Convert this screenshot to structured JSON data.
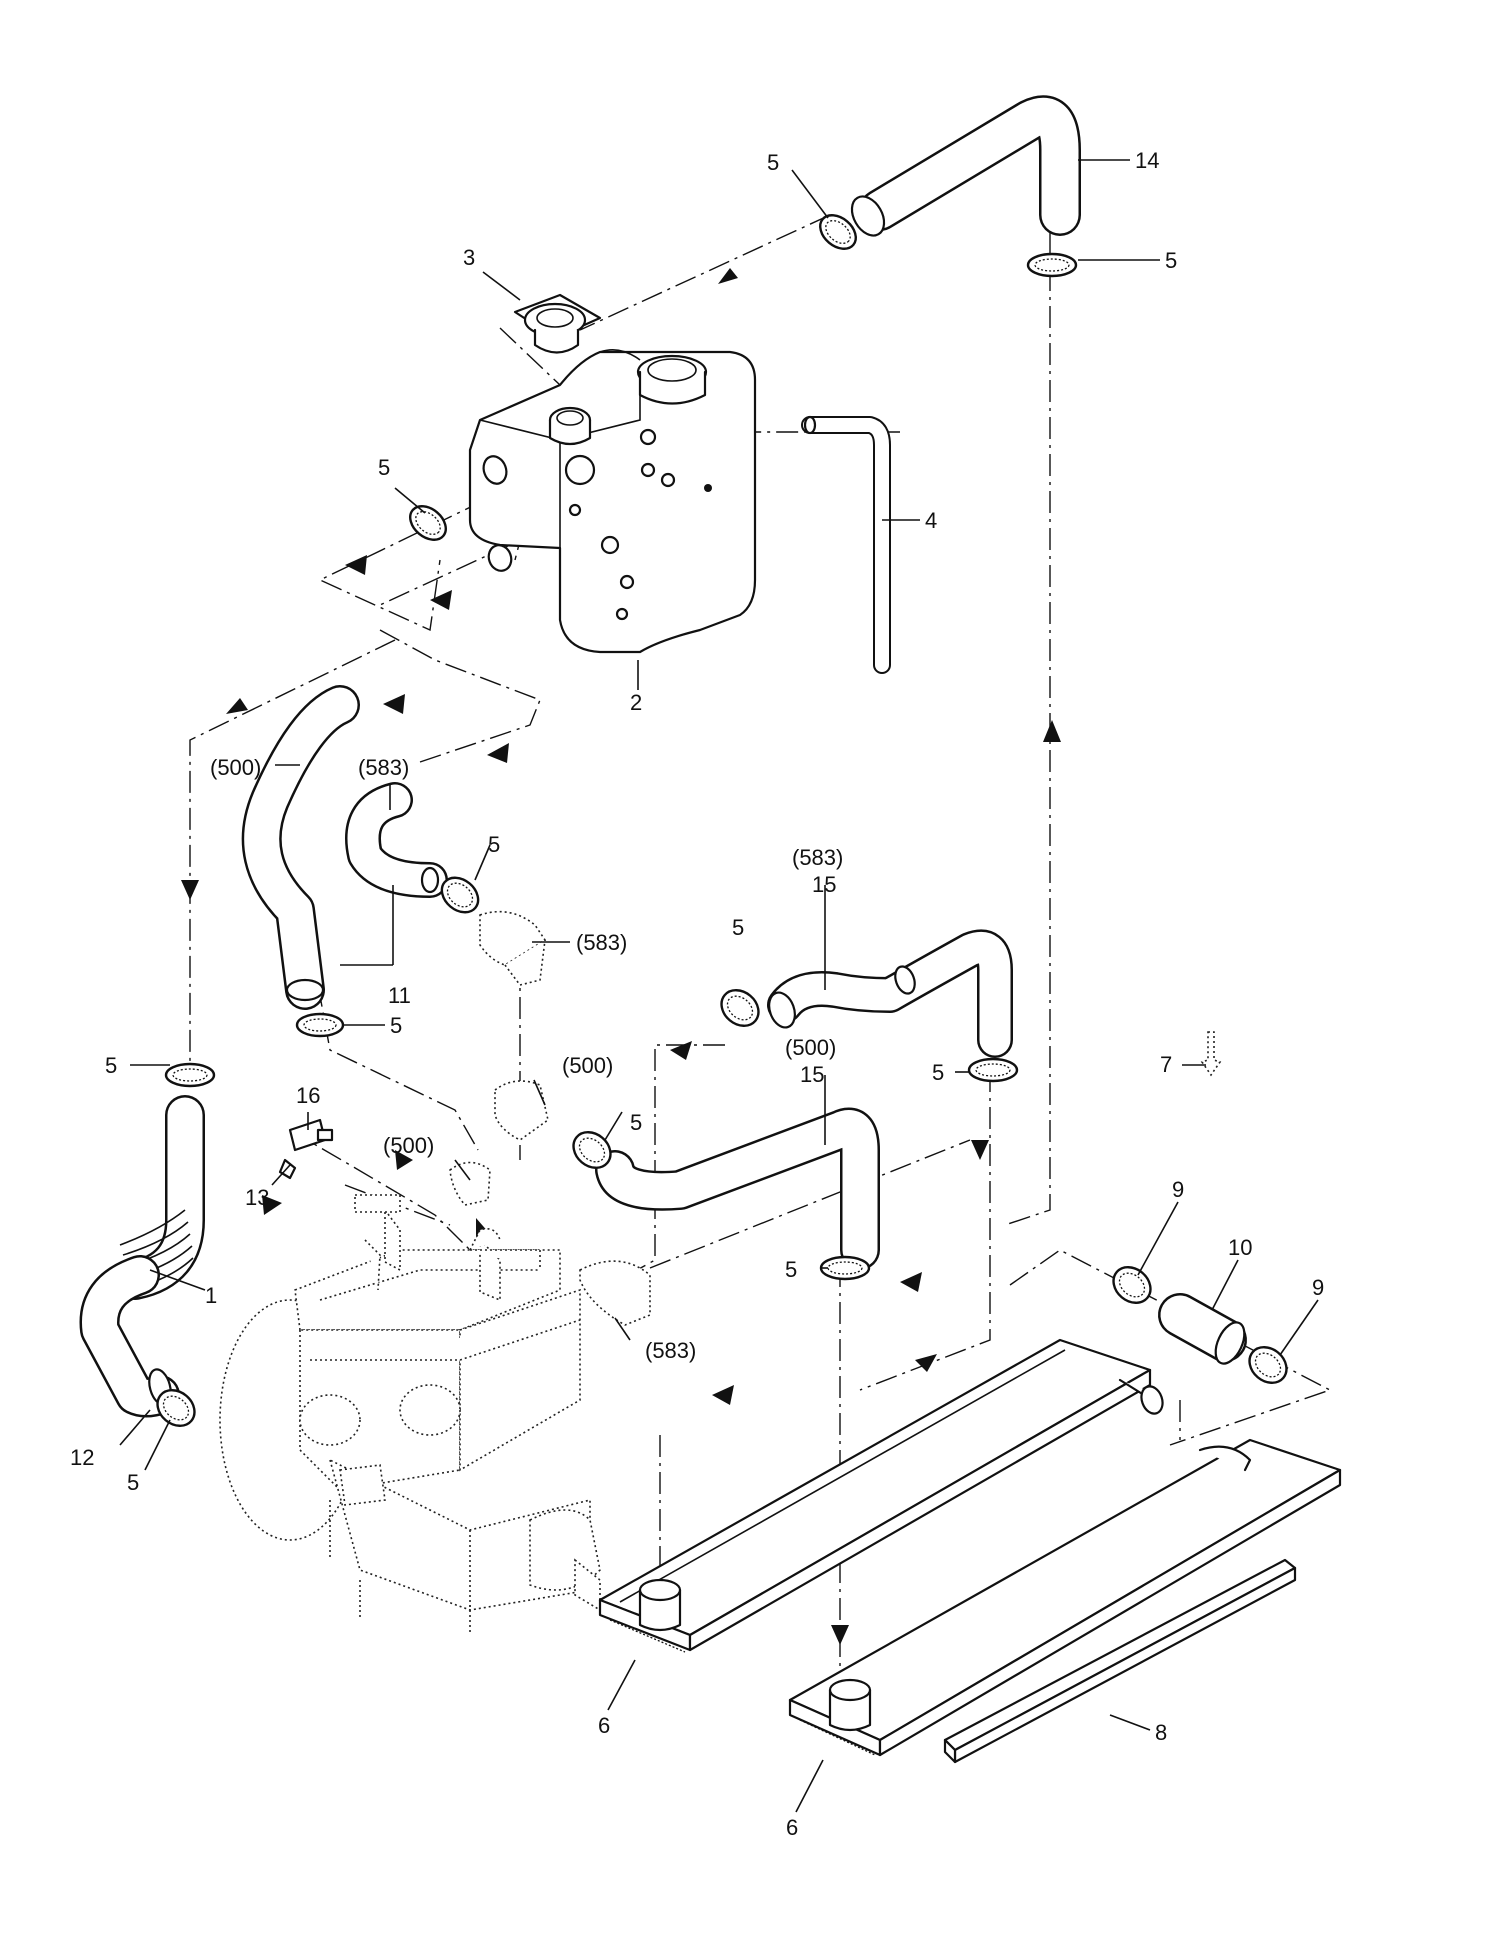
{
  "diagram": {
    "callouts": {
      "c1": "1",
      "c2": "2",
      "c3": "3",
      "c4": "4",
      "c5": "5",
      "c6": "6",
      "c7": "7",
      "c8": "8",
      "c9": "9",
      "c10": "10",
      "c11": "11",
      "c12": "12",
      "c13": "13",
      "c14": "14",
      "c15": "15",
      "c16": "16"
    },
    "refs": {
      "r500": "(500)",
      "r583": "(583)"
    }
  }
}
